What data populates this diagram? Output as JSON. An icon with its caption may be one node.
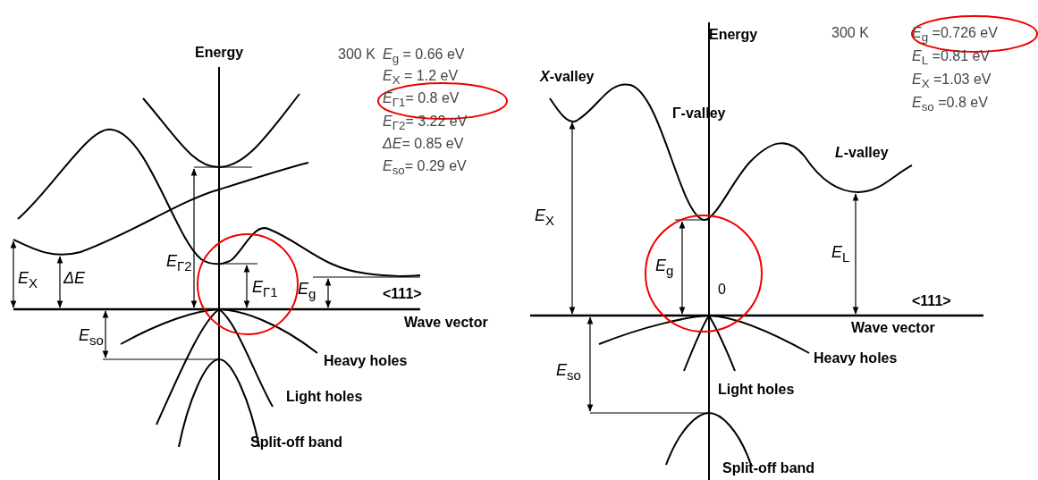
{
  "diagram": {
    "labels": [
      "Energy",
      "300 K",
      "*E*$_{g}$ = 0.66 eV",
      "*E*$_{X}$ = 1.2 eV",
      "*E*$_{Γ1}$= 0.8 eV",
      "*E*$_{Γ2}$= 3.22 eV",
      "*ΔE*= 0.85 eV",
      "*E*$_{so}$= 0.29 eV",
      "*E*$_{Γ2}$",
      "*E*$_{X}$",
      "*ΔE*",
      "*E*$_{Γ1}$",
      "*E*$_{g}$",
      "<111>",
      "Wave vector",
      "*E*$_{so}$",
      "Heavy holes",
      "Light holes",
      "Split-off band",
      "Energy",
      "300 K",
      "*E*$_{g}$ =0.726 eV",
      "*E*$_{L}$ =0.81 eV",
      "*E*$_{X}$ =1.03 eV",
      "*E*$_{so}$ =0.8 eV",
      "*X*-valley",
      "Γ-valley",
      "*L*-valley",
      "*E*$_{X}$",
      "*E*$_{g}$",
      "*E*$_{L}$",
      "0",
      "<111>",
      "Wave vector",
      "Heavy holes",
      "*E*$_{so}$",
      "Light holes",
      "Split-off band"
    ]
  }
}
